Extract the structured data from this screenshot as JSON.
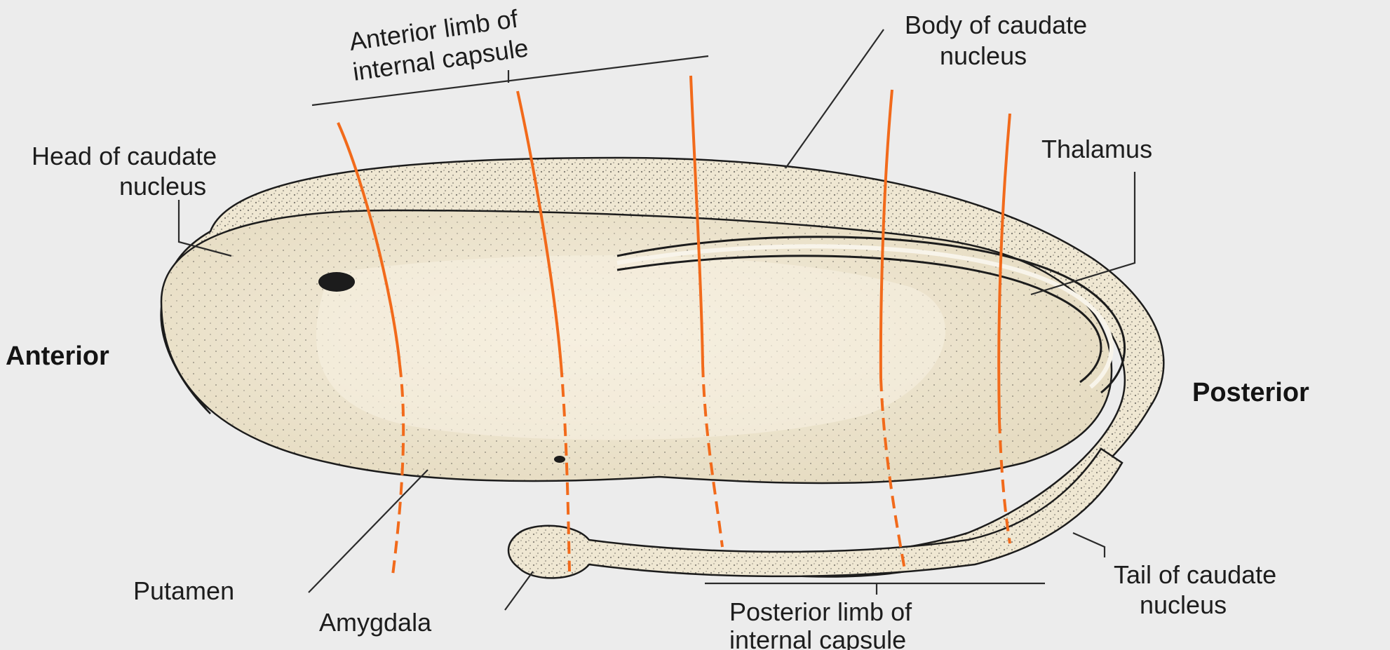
{
  "labels": {
    "anterior_limb_line1": "Anterior limb of",
    "anterior_limb_line2": "internal capsule",
    "body_caudate_line1": "Body of caudate",
    "body_caudate_line2": "nucleus",
    "head_caudate_line1": "Head of caudate",
    "head_caudate_line2": "nucleus",
    "thalamus": "Thalamus",
    "anterior": "Anterior",
    "posterior": "Posterior",
    "putamen": "Putamen",
    "amygdala": "Amygdala",
    "posterior_limb_line1": "Posterior limb of",
    "posterior_limb_line2": "internal capsule",
    "tail_caudate_line1": "Tail of caudate",
    "tail_caudate_line2": "nucleus"
  },
  "colors": {
    "background": "#ececec",
    "structure_fill": "#efe7d2",
    "structure_outline": "#1c1c1c",
    "stipple": "#1a1a1a",
    "fiber_line": "#f26a1b"
  }
}
